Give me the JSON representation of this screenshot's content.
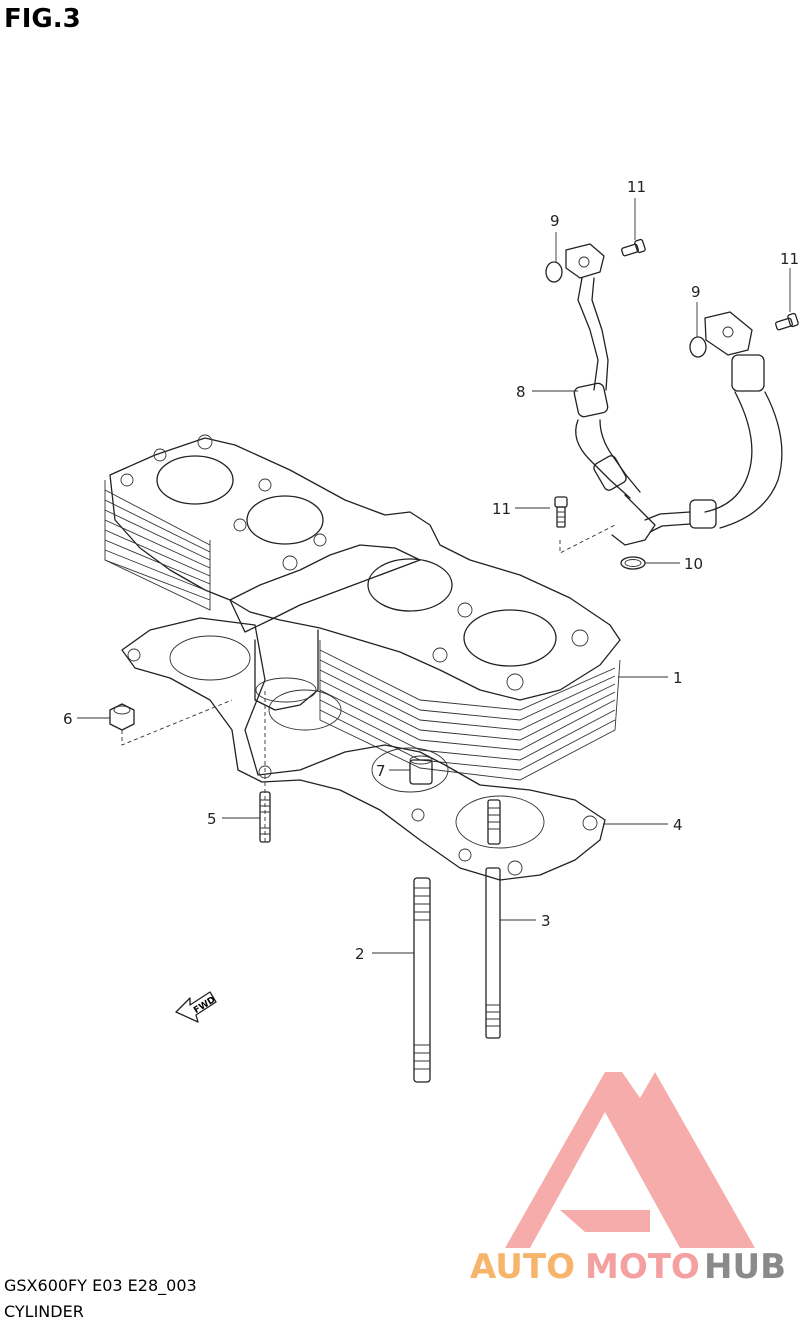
{
  "figure": {
    "title": "FIG.3",
    "model_code": "GSX600FY E03 E28_003",
    "section_name": "CYLINDER"
  },
  "fwd_label": "FWD",
  "callouts": [
    {
      "id": "1",
      "label": "1"
    },
    {
      "id": "2",
      "label": "2"
    },
    {
      "id": "3",
      "label": "3"
    },
    {
      "id": "4",
      "label": "4"
    },
    {
      "id": "5",
      "label": "5"
    },
    {
      "id": "6",
      "label": "6"
    },
    {
      "id": "7",
      "label": "7"
    },
    {
      "id": "8",
      "label": "8"
    },
    {
      "id": "9a",
      "label": "9"
    },
    {
      "id": "9b",
      "label": "9"
    },
    {
      "id": "10",
      "label": "10"
    },
    {
      "id": "11a",
      "label": "11"
    },
    {
      "id": "11b",
      "label": "11"
    },
    {
      "id": "11c",
      "label": "11"
    }
  ],
  "watermark": {
    "part1": "AUTO",
    "part2": "MOTO",
    "part3": "HUB",
    "colors": {
      "orange": "#f7b56b",
      "pink": "#f4a0a0",
      "gray": "#8a8a8a"
    }
  }
}
